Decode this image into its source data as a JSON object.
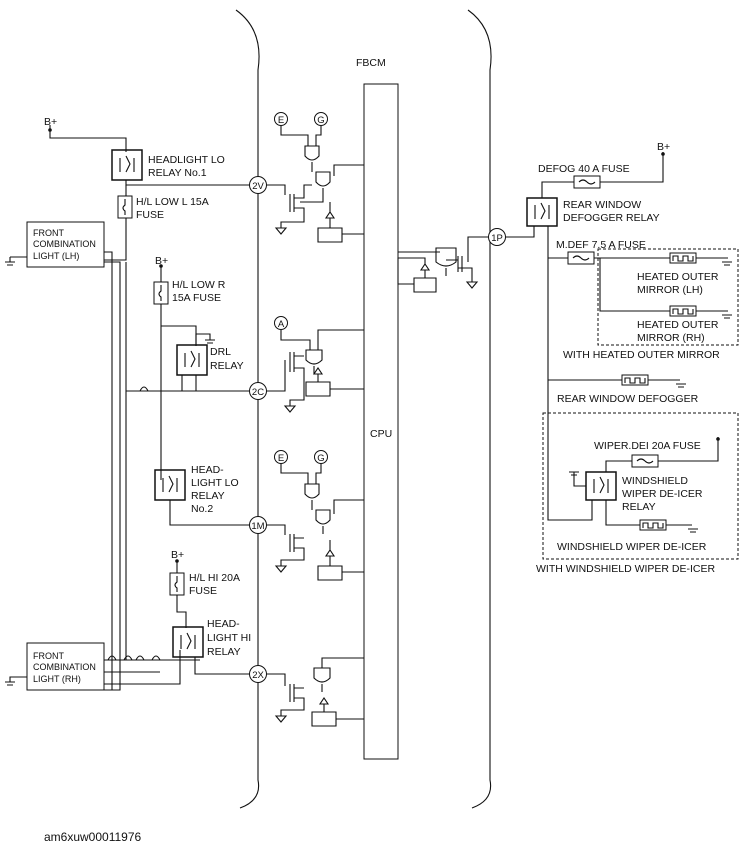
{
  "module": {
    "name": "FBCM",
    "cpu": "CPU"
  },
  "supply": "B+",
  "terminals": [
    "2V",
    "2C",
    "1M",
    "2X",
    "1P"
  ],
  "input_markers": [
    "E",
    "G",
    "A",
    "E",
    "G"
  ],
  "left_components": {
    "headlight_lo_relay_1": [
      "HEADLIGHT LO",
      "RELAY No.1"
    ],
    "hl_low_l_fuse": [
      "H/L LOW L 15A",
      "FUSE"
    ],
    "front_combination_lh": [
      "FRONT",
      "COMBINATION",
      "LIGHT (LH)"
    ],
    "hl_low_r_fuse": [
      "H/L LOW R",
      "15A FUSE"
    ],
    "drl_relay": [
      "DRL",
      "RELAY"
    ],
    "headlight_lo_relay_2": [
      "HEAD-",
      "LIGHT LO",
      "RELAY",
      "No.2"
    ],
    "hl_hi_fuse": [
      "H/L HI 20A",
      "FUSE"
    ],
    "headlight_hi_relay": [
      "HEAD-",
      "LIGHT HI",
      "RELAY"
    ],
    "front_combination_rh": [
      "FRONT",
      "COMBINATION",
      "LIGHT (RH)"
    ]
  },
  "right_components": {
    "defog_fuse": "DEFOG 40 A FUSE",
    "rear_window_defogger_relay": [
      "REAR WINDOW",
      "DEFOGGER RELAY"
    ],
    "mdef_fuse": "M.DEF 7.5 A FUSE",
    "heated_mirror_lh": [
      "HEATED OUTER",
      "MIRROR (LH)"
    ],
    "heated_mirror_rh": [
      "HEATED OUTER",
      "MIRROR (RH)"
    ],
    "with_heated_mirror": "WITH HEATED OUTER MIRROR",
    "rear_window_defogger": "REAR WINDOW DEFOGGER",
    "wiper_dei_fuse": "WIPER.DEI 20A FUSE",
    "windshield_wiper_deicer_relay": [
      "WINDSHIELD",
      "WIPER DE-ICER",
      "RELAY"
    ],
    "windshield_wiper_deicer": "WINDSHIELD WIPER DE-ICER",
    "with_windshield_wiper_deicer": "WITH WINDSHIELD WIPER DE-ICER"
  },
  "document_id": "am6xuw00011976"
}
